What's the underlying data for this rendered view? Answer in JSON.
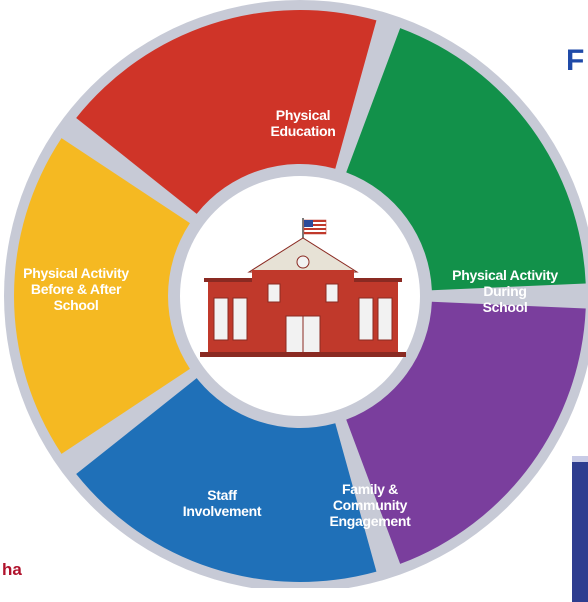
{
  "segments": [
    {
      "id": "physical-education",
      "lines": [
        "Physical",
        "Education"
      ],
      "color": "#f5b922"
    },
    {
      "id": "physical-activity-during-school",
      "lines": [
        "Physical Activity",
        "During",
        "School"
      ],
      "color": "#cf3428"
    },
    {
      "id": "family-community-engagement",
      "lines": [
        "Family &",
        "Community",
        "Engagement"
      ],
      "color": "#12914a"
    },
    {
      "id": "staff-involvement",
      "lines": [
        "Staff",
        "Involvement"
      ],
      "color": "#7a3e9d"
    },
    {
      "id": "physical-activity-before-after-school",
      "lines": [
        "Physical Activity",
        "Before & After",
        "School"
      ],
      "color": "#1f70b8"
    }
  ],
  "center": {
    "icon": "school-building-icon",
    "flag": "us-flag-icon"
  },
  "corner_text": {
    "top_right": "F",
    "bottom_left": "ha"
  }
}
